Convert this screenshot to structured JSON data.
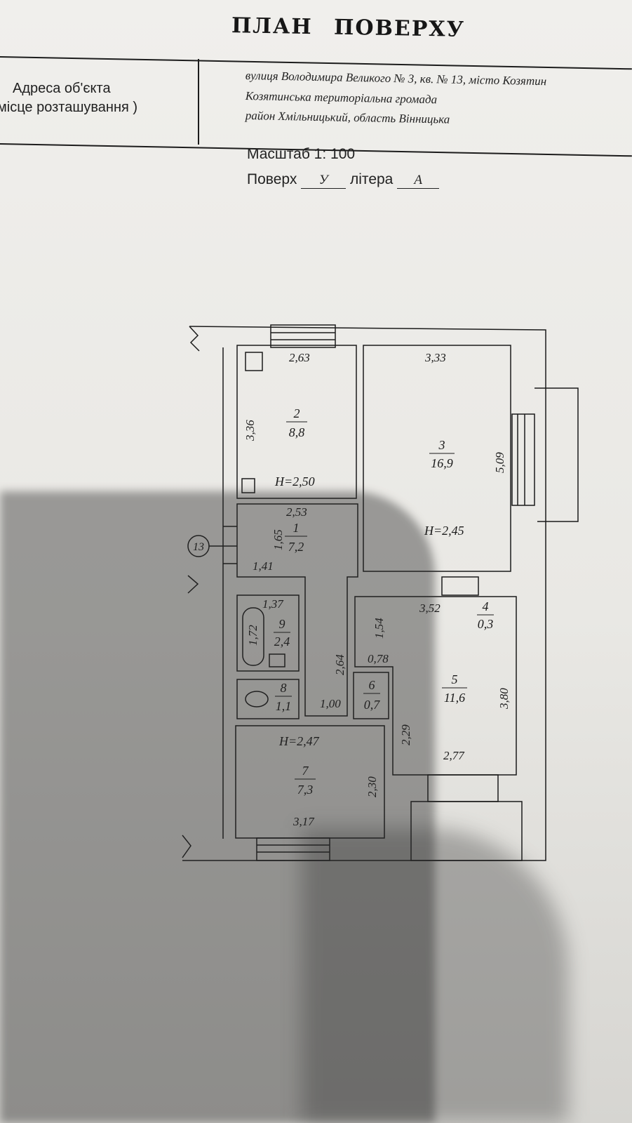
{
  "header": {
    "title": "ПЛАН   ПОВЕРХУ",
    "address_label_line1": "Адреса  об'єкта",
    "address_label_line2": "місце  розташування )",
    "address_line1": "вулиця  Володимира  Великого  № 3,  кв. № 13,   місто Козятин",
    "address_line2": "Козятинська  територіальна  громада",
    "address_line3": "район  Хмільницький,   область  Вінницька"
  },
  "meta": {
    "scale_label": "Масштаб  1: 100",
    "floor_label": "Поверх",
    "floor_value": "У",
    "letter_label": "літера",
    "letter_value": "А"
  },
  "plan": {
    "apartment_marker": "13",
    "rooms": [
      {
        "number": "1",
        "area": "7,2"
      },
      {
        "number": "2",
        "area": "8,8"
      },
      {
        "number": "3",
        "area": "16,9"
      },
      {
        "number": "4",
        "area": "0,3"
      },
      {
        "number": "5",
        "area": "11,6"
      },
      {
        "number": "6",
        "area": "0,7"
      },
      {
        "number": "7",
        "area": "7,3"
      },
      {
        "number": "8",
        "area": "1,1"
      },
      {
        "number": "9",
        "area": "2,4"
      }
    ],
    "heights": [
      "H=2,50",
      "H=2,45",
      "H=2,47"
    ],
    "dimensions": [
      "2,63",
      "3,36",
      "3,33",
      "5,09",
      "2,53",
      "1,65",
      "1,41",
      "1,37",
      "1,72",
      "2,64",
      "1,00",
      "1,54",
      "0,78",
      "3,52",
      "3,80",
      "2,29",
      "2,77",
      "2,30",
      "3,17"
    ]
  }
}
